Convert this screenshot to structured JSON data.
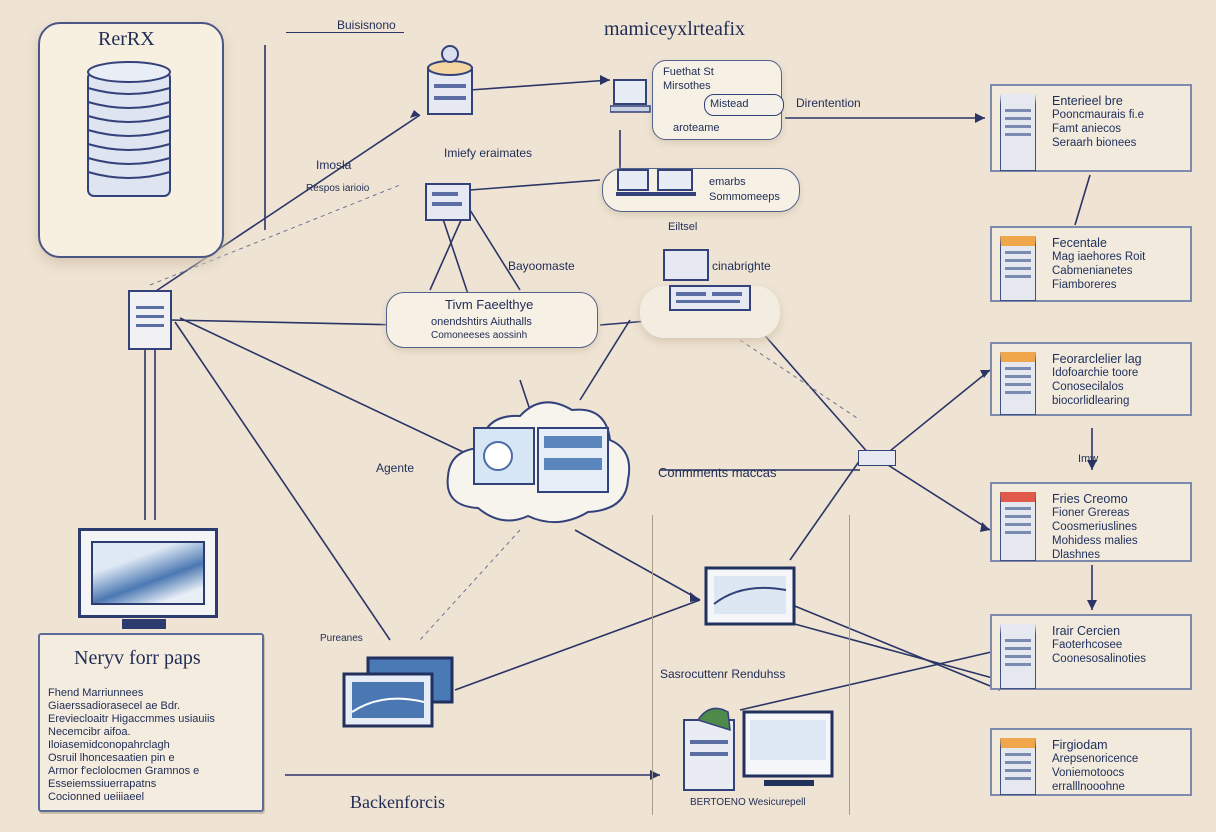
{
  "title": "mamiceyxlrteafix",
  "database": {
    "label": "RerRX"
  },
  "top_banner": "Buisisnono",
  "labels": {
    "l_mosla": "Imosla",
    "l_kuerfy": "Imiefy eraimates",
    "l_respos": "Respos iarioio",
    "l_mistead": "Mistead",
    "l_direntention": "Direntention",
    "l_bayoomste": "Bayoomaste",
    "l_cinabrighte": "cinabrighte",
    "l_agente": "Agente",
    "l_conmments": "Conmments maccas",
    "l_pureanes": "Pureanes",
    "l_backenforcis": "Backenforcis",
    "l_imw": "Imw"
  },
  "bubbles": {
    "b1": {
      "title": "Tivm Faeelthye",
      "line2": "onendshtirs Aiuthalls",
      "line3": "Comoneeses aossinh"
    },
    "b2": {
      "line1": "Fuethat St",
      "line2": "Mirsothes",
      "line3": "aroteame"
    },
    "b3": {
      "line1": "emarbs",
      "line2": "Sommomeeps"
    },
    "b4": {
      "label": "Eiltsel"
    }
  },
  "right_cards": [
    {
      "title": "Enterieel bre",
      "lines": [
        "Pooncmaurais fi.e",
        "Famt aniecos",
        "Seraarh bionees"
      ]
    },
    {
      "title": "Fecentale",
      "lines": [
        "Mag iaehores Roit",
        "Cabmenianetes",
        "Fiamboreres"
      ]
    },
    {
      "title": "Feorarclelier lag",
      "lines": [
        "Idofoarchie toore",
        "Conosecilalos",
        "biocorlidlearing"
      ]
    },
    {
      "title": "Fries Creomo",
      "lines": [
        "Fioner Grereas",
        "Coosmeriuslines",
        "Mohidess malies",
        "Dlashnes"
      ]
    },
    {
      "title": "Irair Cercien",
      "lines": [
        "Faoterhcosee",
        "Coonesosalinoties"
      ]
    },
    {
      "title": "Firgiodam",
      "lines": [
        "Arepsenoricence",
        "Voniemotoocs",
        "erralllnooohne"
      ]
    }
  ],
  "left_panel": {
    "title": "Neryv forr paps",
    "lines": [
      "Fhend Marriunnees",
      "Giaerssadiorasecel ae Bdr.",
      "Ereviecloaitr Higaccmmes usiauiis",
      "Necemcibr aifoa.",
      "Iloiasemidconopahrclagh",
      "Osruil lhoncesaatien pin e",
      "Armor f'eclolocmen Gramnos e",
      "Esseiemssiuerrapatns",
      "Cocionned ueiiiaeel"
    ]
  },
  "bottom_panel": {
    "top": "Sasrocuttenr Renduhss",
    "bottom": "BERTOENO Wesicurepell"
  }
}
